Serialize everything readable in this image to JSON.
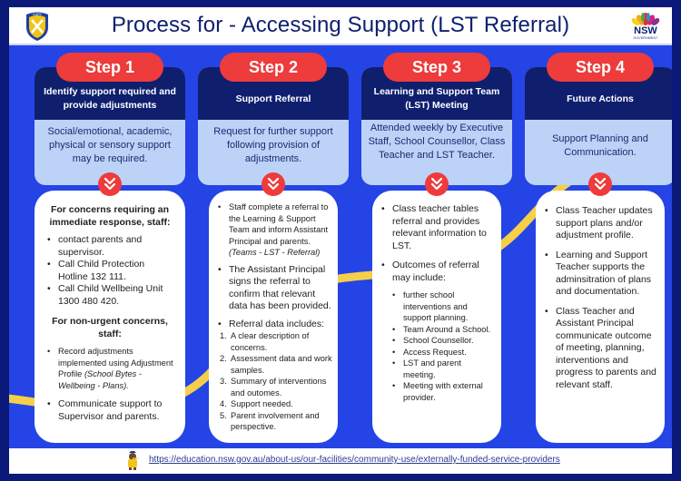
{
  "header": {
    "title": "Process for - Accessing Support (LST Referral)",
    "left_logo": "school-crest-logo",
    "right_logo": {
      "name": "nsw-government-logo",
      "text": "NSW",
      "subtext": "GOVERNMENT"
    }
  },
  "colors": {
    "background_blue": "#2444e6",
    "navy": "#0f1f6e",
    "step_red": "#ee3b3b",
    "light_blue": "#bdd2f7",
    "wave_yellow": "#f5cf4a"
  },
  "steps": [
    {
      "label": "Step 1",
      "heading": "Identify support required and provide adjustments",
      "summary": "Social/emotional, academic, physical or sensory support may be required.",
      "arrow_icon": "double-chevron-down-icon",
      "details": {
        "urgent_heading": "For concerns requiring an immediate response, staff:",
        "urgent_items": [
          "contact parents and supervisor.",
          "Call Child Protection Hotline 132 111.",
          "Call Child Wellbeing Unit 1300 480 420."
        ],
        "nonurgent_heading": "For non-urgent concerns, staff:",
        "nonurgent_items": [
          {
            "text": "Record adjustments implemented using Adjustment Profile ",
            "italic": "(School Bytes - Wellbeing - Plans)."
          },
          {
            "text": "Communicate support to Supervisor and parents."
          }
        ]
      }
    },
    {
      "label": "Step 2",
      "heading": "Support Referral",
      "summary": "Request for further support following provision of adjustments.",
      "arrow_icon": "double-chevron-down-icon",
      "details": {
        "items": [
          {
            "text": "Staff complete a referral to the Learning & Support Team and inform Assistant Principal and parents.",
            "italic": "(Teams - LST - Referral)"
          },
          {
            "text": "The Assistant Principal signs the referral to confirm that relevant data has been provided."
          },
          {
            "text": "Referral data includes:"
          }
        ],
        "referral_data": [
          {
            "num": "1.",
            "text": "A clear description of concerns."
          },
          {
            "num": "2.",
            "text": "Assessment data and work samples."
          },
          {
            "num": "3.",
            "text": "Summary of interventions and outomes."
          },
          {
            "num": "4.",
            "text": "Support needed."
          },
          {
            "num": "5.",
            "text": "Parent involvement and perspective."
          }
        ]
      }
    },
    {
      "label": "Step 3",
      "heading": "Learning and Support Team (LST) Meeting",
      "summary": "Attended weekly by Executive Staff, School Counsellor, Class Teacher and LST Teacher.",
      "arrow_icon": "double-chevron-down-icon",
      "details": {
        "items": [
          "Class teacher tables referral and provides relevant information to LST.",
          "Outcomes of referral may include:"
        ],
        "outcomes": [
          "further school interventions and support planning.",
          "Team Around a School.",
          "School Counsellor.",
          "Access Request.",
          "LST and parent meeting.",
          "Meeting with external provider."
        ]
      }
    },
    {
      "label": "Step 4",
      "heading": "Future Actions",
      "summary": "Support Planning and Communication.",
      "arrow_icon": "double-chevron-down-icon",
      "details": {
        "items": [
          "Class Teacher updates support plans and/or adjustment profile.",
          "Learning and Support Teacher supports the adminsitration of plans and documentation.",
          "Class Teacher and Assistant Principal communicate outcome of meeting, planning, interventions and progress to parents and relevant staff."
        ]
      }
    }
  ],
  "footer": {
    "mascot": "school-mascot-icon",
    "link": "https://education.nsw.gov.au/about-us/our-facilities/community-use/externally-funded-service-providers"
  }
}
